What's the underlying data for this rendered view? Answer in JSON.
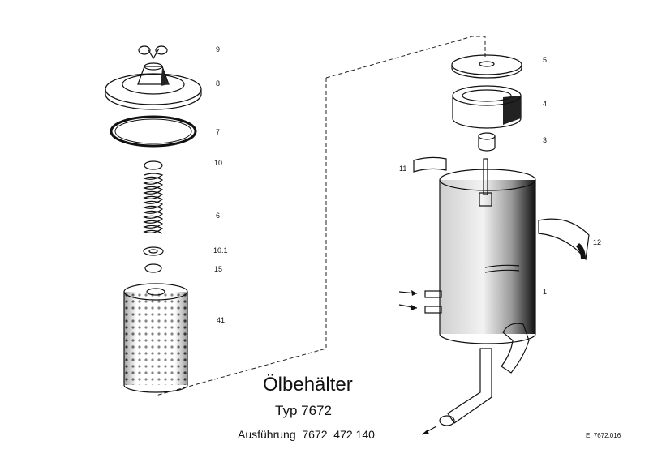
{
  "diagram": {
    "title": "Ölbehälter",
    "subtitle": "Typ 7672",
    "variant": "Ausführung  7672  472 140",
    "reference": "E  7672.016",
    "callouts": {
      "c9": "9",
      "c8": "8",
      "c7": "7",
      "c10": "10",
      "c6": "6",
      "c10_1": "10.1",
      "c15": "15",
      "c41": "41",
      "c5": "5",
      "c4": "4",
      "c3": "3",
      "c11": "11",
      "c12": "12",
      "c1": "1"
    }
  }
}
